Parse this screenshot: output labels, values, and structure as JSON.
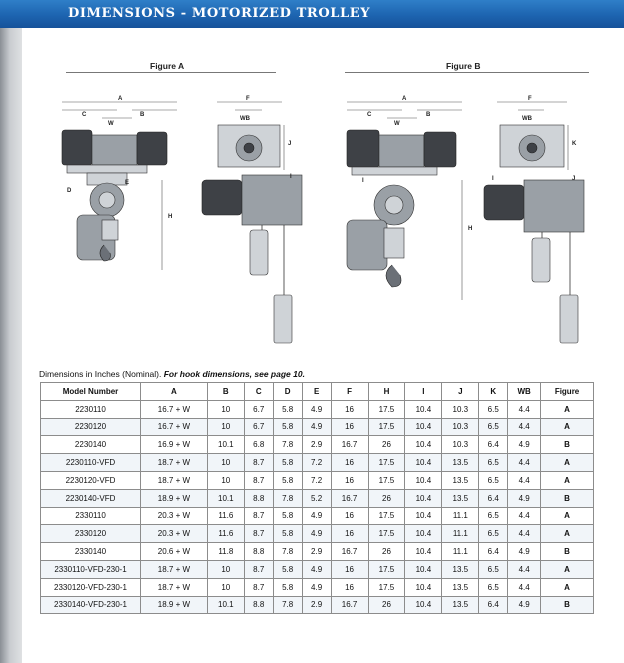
{
  "header": {
    "title": "DIMENSIONS - MOTORIZED TROLLEY"
  },
  "figures": {
    "a_label": "Figure A",
    "b_label": "Figure B",
    "dimension_letters": [
      "A",
      "B",
      "C",
      "W",
      "WB",
      "F",
      "K",
      "E",
      "D",
      "I",
      "J",
      "H"
    ]
  },
  "caption": {
    "prefix": "Dimensions in Inches (Nominal). ",
    "emphasis": "For hook dimensions, see page 10."
  },
  "table": {
    "headers": [
      "Model Number",
      "A",
      "B",
      "C",
      "D",
      "E",
      "F",
      "H",
      "I",
      "J",
      "K",
      "WB",
      "Figure"
    ],
    "rows": [
      [
        "2230110",
        "16.7 + W",
        "10",
        "6.7",
        "5.8",
        "4.9",
        "16",
        "17.5",
        "10.4",
        "10.3",
        "6.5",
        "4.4",
        "A"
      ],
      [
        "2230120",
        "16.7 + W",
        "10",
        "6.7",
        "5.8",
        "4.9",
        "16",
        "17.5",
        "10.4",
        "10.3",
        "6.5",
        "4.4",
        "A"
      ],
      [
        "2230140",
        "16.9 + W",
        "10.1",
        "6.8",
        "7.8",
        "2.9",
        "16.7",
        "26",
        "10.4",
        "10.3",
        "6.4",
        "4.9",
        "B"
      ],
      [
        "2230110-VFD",
        "18.7 + W",
        "10",
        "8.7",
        "5.8",
        "7.2",
        "16",
        "17.5",
        "10.4",
        "13.5",
        "6.5",
        "4.4",
        "A"
      ],
      [
        "2230120-VFD",
        "18.7 + W",
        "10",
        "8.7",
        "5.8",
        "7.2",
        "16",
        "17.5",
        "10.4",
        "13.5",
        "6.5",
        "4.4",
        "A"
      ],
      [
        "2230140-VFD",
        "18.9 + W",
        "10.1",
        "8.8",
        "7.8",
        "5.2",
        "16.7",
        "26",
        "10.4",
        "13.5",
        "6.4",
        "4.9",
        "B"
      ],
      [
        "2330110",
        "20.3 + W",
        "11.6",
        "8.7",
        "5.8",
        "4.9",
        "16",
        "17.5",
        "10.4",
        "11.1",
        "6.5",
        "4.4",
        "A"
      ],
      [
        "2330120",
        "20.3 + W",
        "11.6",
        "8.7",
        "5.8",
        "4.9",
        "16",
        "17.5",
        "10.4",
        "11.1",
        "6.5",
        "4.4",
        "A"
      ],
      [
        "2330140",
        "20.6 + W",
        "11.8",
        "8.8",
        "7.8",
        "2.9",
        "16.7",
        "26",
        "10.4",
        "11.1",
        "6.4",
        "4.9",
        "B"
      ],
      [
        "2330110-VFD-230-1",
        "18.7 + W",
        "10",
        "8.7",
        "5.8",
        "4.9",
        "16",
        "17.5",
        "10.4",
        "13.5",
        "6.5",
        "4.4",
        "A"
      ],
      [
        "2330120-VFD-230-1",
        "18.7 + W",
        "10",
        "8.7",
        "5.8",
        "4.9",
        "16",
        "17.5",
        "10.4",
        "13.5",
        "6.5",
        "4.4",
        "A"
      ],
      [
        "2330140-VFD-230-1",
        "18.9 + W",
        "10.1",
        "8.8",
        "7.8",
        "2.9",
        "16.7",
        "26",
        "10.4",
        "13.5",
        "6.4",
        "4.9",
        "B"
      ]
    ]
  }
}
